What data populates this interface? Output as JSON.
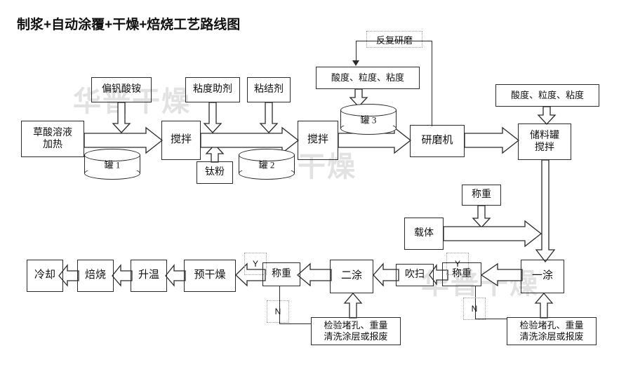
{
  "title": "制浆+自动涂覆+干燥+焙烧工艺路线图",
  "watermark": {
    "text": "华普干燥"
  },
  "colors": {
    "line": "#2b2b2b",
    "text": "#111111",
    "dashed": "#9a9a9a",
    "watermark": "#e2e2e2",
    "background": "#ffffff"
  },
  "nodes": {
    "ammonium_metavanadate": "偏钒酸铵",
    "viscosity_additive": "粘度助剂",
    "binder": "粘结剂",
    "oxalic_acid_heating_l1": "草酸溶液",
    "oxalic_acid_heating_l2": "加热",
    "stir1": "搅拌",
    "titanium_powder": "钛粉",
    "stir2": "搅拌",
    "repeat_grinding": "反复研磨",
    "quality_left": "酸度、粒度、粘度",
    "quality_right": "酸度、粒度、粘度",
    "grinder": "研磨机",
    "storage_tank_l1": "储料罐",
    "storage_tank_l2": "搅拌",
    "weigh_carrier": "称重",
    "carrier": "载体",
    "coat1": "一涂",
    "weigh_after_coat1": "称重",
    "blow_clean": "吹扫",
    "coat2": "二涂",
    "weigh_after_coat2": "称重",
    "pre_dry": "预干燥",
    "heat_up": "升温",
    "calcine": "焙烧",
    "cool": "冷却",
    "inspect_left_l1": "检验堵孔、重量",
    "inspect_left_l2": "清洗涂层或报废",
    "inspect_right_l1": "检验堵孔、重量",
    "inspect_right_l2": "清洗涂层或报废"
  },
  "tanks": {
    "tank1": "罐 1",
    "tank2": "罐 2",
    "tank3": "罐 3"
  },
  "decisions": {
    "y_left": "Y",
    "n_left": "N",
    "y_right": "Y",
    "n_right": "N"
  }
}
